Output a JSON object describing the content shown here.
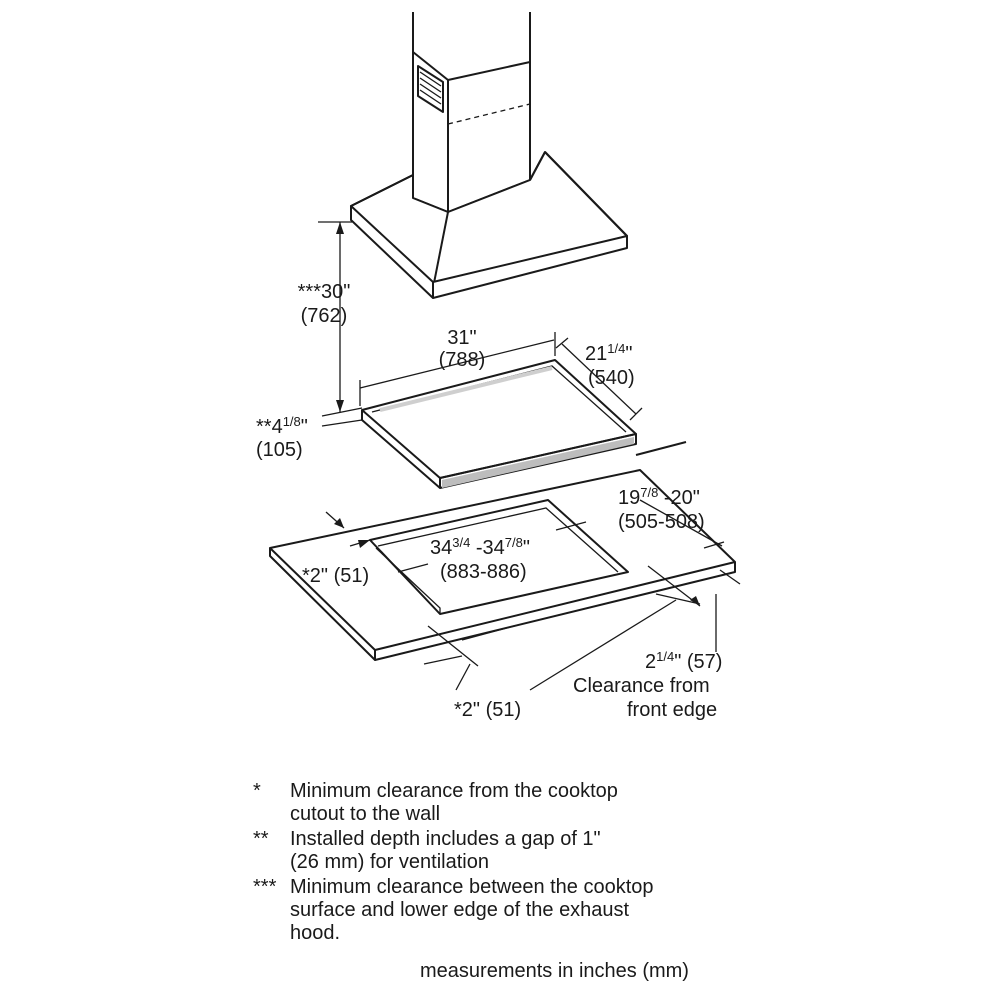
{
  "labels": {
    "hood_gap": {
      "line1": "***30\"",
      "line2": "(762)"
    },
    "cooktop_width": {
      "line1": "31\"",
      "line2": "(788)"
    },
    "cooktop_depth": {
      "whole": "21",
      "frac": "1/4",
      "inch": "\"",
      "line2": "(540)"
    },
    "cooktop_height": {
      "prefix": "**4",
      "frac": "1/8",
      "inch": "\"",
      "line2": "(105)"
    },
    "cutout_depth": {
      "whole": "19",
      "frac": "7/8",
      "rest": " -20\"",
      "line2": "(505-508)"
    },
    "cutout_width": {
      "a": "34",
      "afrac": "3/4",
      "b": " -34",
      "bfrac": "7/8",
      "inch": "\"",
      "line2": "(883-886)"
    },
    "side_clearance": "*2\" (51)",
    "front_clearance": {
      "whole": "2",
      "frac": "1/4",
      "rest": "\" (57)",
      "line2": "Clearance from",
      "line3": "front edge"
    },
    "bottom_clearance": "*2\" (51)"
  },
  "notes": [
    {
      "mark": "*",
      "text_line1": "Minimum clearance from the cooktop",
      "text_line2": "cutout to the wall"
    },
    {
      "mark": "**",
      "text_line1": "Installed depth includes a gap of 1\"",
      "text_line2": "(26 mm) for ventilation"
    },
    {
      "mark": "***",
      "text_line1": "Minimum clearance between the cooktop",
      "text_line2": "surface and lower edge of the exhaust",
      "text_line3": "hood."
    }
  ],
  "units_note": "measurements in inches (mm)"
}
